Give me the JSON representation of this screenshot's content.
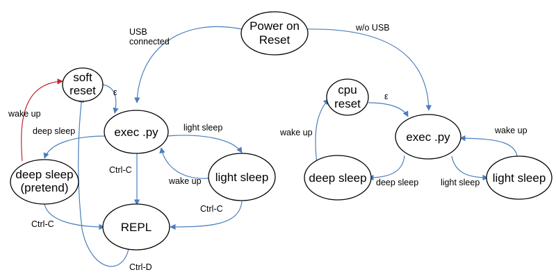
{
  "colors": {
    "edge": "#4A7EBB",
    "wake_edge": "#C0272D",
    "node_stroke": "#000000"
  },
  "nodes": {
    "power_on_reset": [
      "Power on",
      "Reset"
    ],
    "soft_reset": [
      "soft",
      "reset"
    ],
    "exec_py_left": [
      "exec .py"
    ],
    "light_sleep_left": [
      "light sleep"
    ],
    "deep_sleep_pretend": [
      "deep sleep",
      "(pretend)"
    ],
    "repl": [
      "REPL"
    ],
    "cpu_reset": [
      "cpu",
      "reset"
    ],
    "exec_py_right": [
      "exec .py"
    ],
    "deep_sleep_right": [
      "deep sleep"
    ],
    "light_sleep_right": [
      "light sleep"
    ]
  },
  "edge_labels": {
    "usb_connected": [
      "USB",
      "connected"
    ],
    "wo_usb": "w/o USB",
    "epsilon_left": "ε",
    "wake_up_red": "wake up",
    "deep_sleep_left": "deep sleep",
    "light_sleep_left": "light sleep",
    "ctrl_c_exec": "Ctrl-C",
    "wake_up_left": "wake up",
    "ctrl_c_light": "Ctrl-C",
    "ctrl_c_deep": "Ctrl-C",
    "ctrl_d": "Ctrl-D",
    "epsilon_right": "ε",
    "wake_up_cpu": "wake up",
    "wake_up_right": "wake up",
    "deep_sleep_right": "deep sleep",
    "light_sleep_right": "light sleep"
  }
}
